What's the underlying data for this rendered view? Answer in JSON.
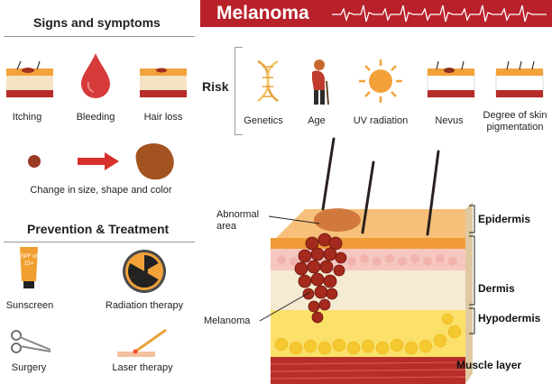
{
  "banner": {
    "title": "Melanoma",
    "color": "#b8202a"
  },
  "signs": {
    "heading": "Signs and symptoms",
    "items": [
      {
        "label": "Itching",
        "icon": "skin-itching-icon"
      },
      {
        "label": "Bleeding",
        "icon": "blood-drop-icon"
      },
      {
        "label": "Hair loss",
        "icon": "skin-hair-loss-icon"
      }
    ],
    "change_label": "Change in size, shape and color"
  },
  "risk": {
    "heading": "Risk",
    "items": [
      {
        "label": "Genetics",
        "icon": "dna-icon"
      },
      {
        "label": "Age",
        "icon": "elderly-person-icon"
      },
      {
        "label": "UV radiation",
        "icon": "sun-icon"
      },
      {
        "label": "Nevus",
        "icon": "skin-nevus-icon"
      },
      {
        "label": "Degree of skin",
        "label2": "pigmentation",
        "icon": "skin-pigmentation-icon"
      }
    ]
  },
  "prevention": {
    "heading": "Prevention & Treatment",
    "items": [
      {
        "label": "Sunscreen",
        "icon": "sunscreen-tube-icon"
      },
      {
        "label": "Radiation therapy",
        "icon": "radiation-icon"
      },
      {
        "label": "Surgery",
        "icon": "surgical-scissors-icon"
      },
      {
        "label": "Laser therapy",
        "icon": "laser-icon"
      }
    ],
    "sunscreen_text": {
      "line1": "SPF of",
      "line2": "15+"
    }
  },
  "diagram": {
    "abnormal_area": {
      "line1": "Abnormal",
      "line2": "area"
    },
    "melanoma": "Melanoma",
    "layers": {
      "epidermis": "Epidermis",
      "dermis": "Dermis",
      "hypodermis": "Hypodermis",
      "muscle": "Muscle layer"
    }
  }
}
